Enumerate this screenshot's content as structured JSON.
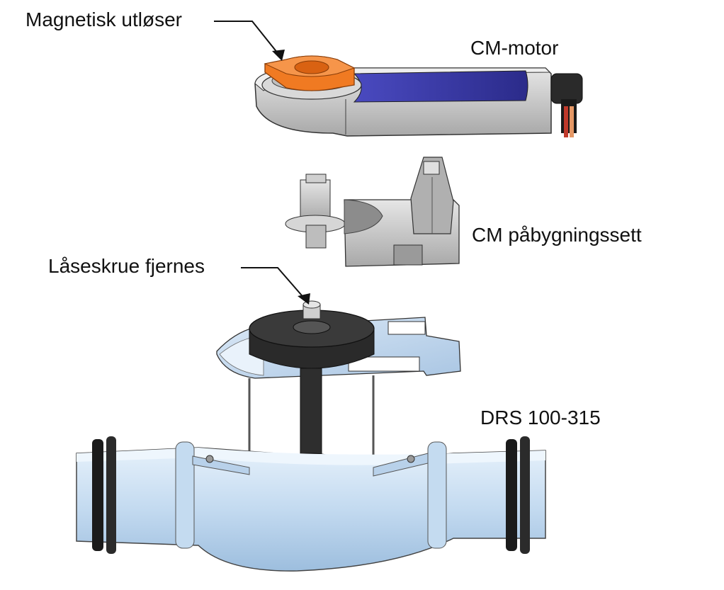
{
  "labels": {
    "magnetic_release": "Magnetisk utløser",
    "cm_motor": "CM-motor",
    "cm_mount_kit": "CM påbygningssett",
    "lock_screw": "Låseskrue fjernes",
    "drs": "DRS 100-315"
  },
  "colors": {
    "duct_light": "#d4e6f6",
    "duct_mid": "#b3cfe9",
    "duct_dark": "#7fa6cc",
    "gasket": "#1b1b1b",
    "motor_grey": "#c9c9c9",
    "motor_blue": "#3a3aa6",
    "release_orange": "#f07a22",
    "mount_kit_grey": "#bdbdbd",
    "knob_black": "#222222"
  }
}
